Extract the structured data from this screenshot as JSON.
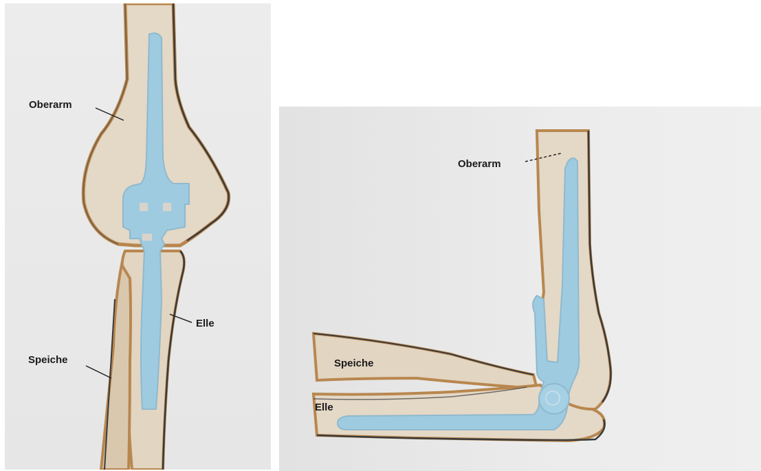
{
  "left_view": {
    "labels": {
      "upper_arm": "Oberarm",
      "ulna": "Elle",
      "radius": "Speiche"
    }
  },
  "right_view": {
    "labels": {
      "upper_arm": "Oberarm",
      "radius": "Speiche",
      "ulna": "Elle"
    }
  },
  "colors": {
    "bone_fill": "#e4d8c6",
    "bone_outline_brown": "#b8874f",
    "bone_outline_dark": "#3a3a3a",
    "implant": "#9fcbe0",
    "paper": "#ececec"
  }
}
